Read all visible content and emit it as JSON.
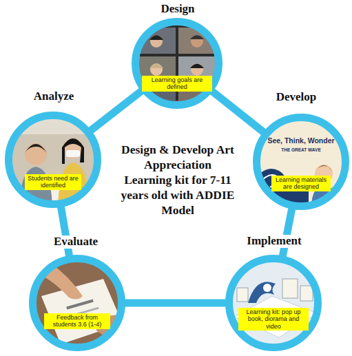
{
  "diagram": {
    "title": "Design & Develop Art Appreciation Learning kit for 7-11 years old with ADDIE Model",
    "nodes": [
      {
        "text": [
          "Design",
          "Learning goals are defined"
        ]
      },
      {
        "text": [
          "Analyze",
          "Students need are identified"
        ]
      },
      {
        "text": [
          "Develop",
          "Learning materials are designed"
        ]
      },
      {
        "text": [
          "Evaluate",
          "Feedback from students 3.6 (1-4)"
        ]
      },
      {
        "text": [
          "Implement",
          "Learning kit: pop up book, diorama and video"
        ]
      }
    ],
    "edges": [
      {
        "from": 1,
        "to": 0,
        "arrow": "none"
      },
      {
        "from": 0,
        "to": 2,
        "arrow": "none"
      },
      {
        "from": 2,
        "to": 4,
        "arrow": "none"
      },
      {
        "from": 4,
        "to": 3,
        "arrow": "none"
      },
      {
        "from": 3,
        "to": 1,
        "arrow": "none"
      }
    ],
    "labels": [
      "See, Think, Wonder",
      "THE GREAT WAVE"
    ]
  }
}
